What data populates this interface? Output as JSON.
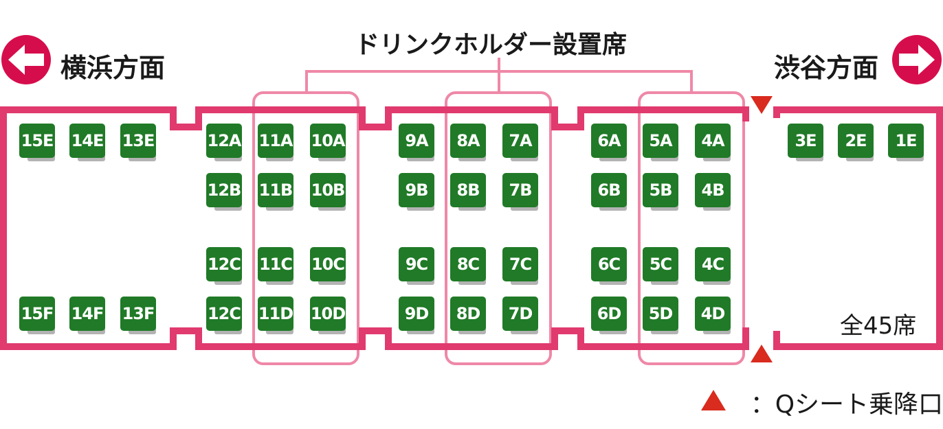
{
  "direction_left": "横浜方面",
  "direction_right": "渋谷方面",
  "drink_holder_label": "ドリンクホルダー設置席",
  "total_seats": "全45席",
  "legend": {
    "marker": "▲",
    "text": "：Qシート乗降口"
  },
  "colors": {
    "car_outline": "#e03a6e",
    "direction_arrow": "#d60d4c",
    "drink_holder_bracket": "#ef88a8",
    "seat": "#207a27",
    "seat_back": "#b3b3b3",
    "door_marker": "#d92b1e"
  },
  "seats": {
    "car_left_end": [
      "15E",
      "14E",
      "13E",
      "15F",
      "14F",
      "13F"
    ],
    "car_middle": [
      "12A",
      "11A",
      "10A",
      "9A",
      "8A",
      "7A",
      "6A",
      "5A",
      "4A",
      "12B",
      "11B",
      "10B",
      "9B",
      "8B",
      "7B",
      "6B",
      "5B",
      "4B",
      "12C",
      "11C",
      "10C",
      "9C",
      "8C",
      "7C",
      "6C",
      "5C",
      "4C",
      "12C",
      "11D",
      "10D",
      "9D",
      "8D",
      "7D",
      "6D",
      "5D",
      "4D"
    ],
    "car_right_end": [
      "3E",
      "2E",
      "1E"
    ]
  }
}
